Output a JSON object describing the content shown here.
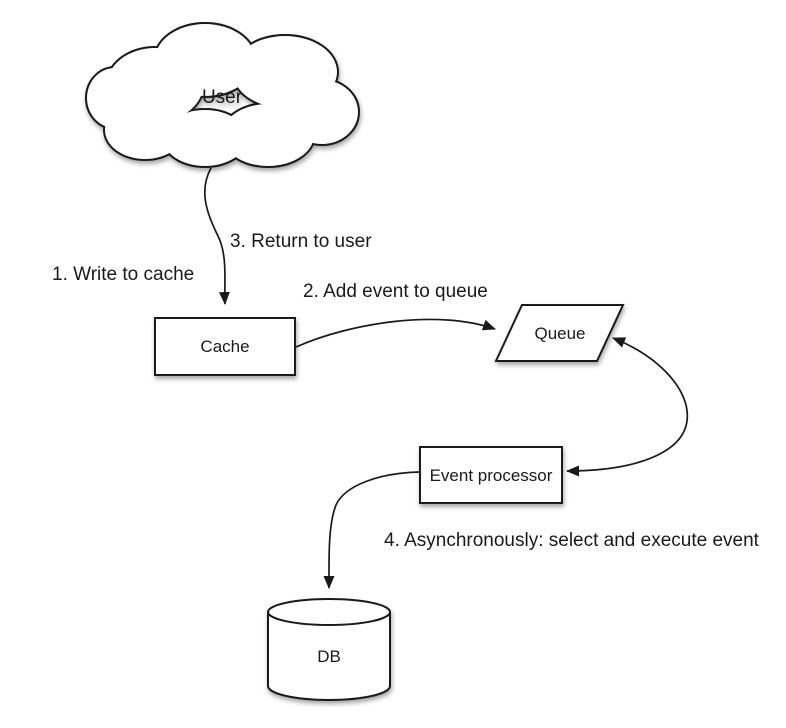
{
  "diagram": {
    "type": "flowchart",
    "background_color": "#ffffff",
    "stroke_color": "#1a1a1a",
    "text_color": "#1a1a1a",
    "fill_color": "#ffffff",
    "nodes": [
      {
        "id": "user",
        "label": "User",
        "shape": "cloud"
      },
      {
        "id": "cache",
        "label": "Cache",
        "shape": "rectangle"
      },
      {
        "id": "queue",
        "label": "Queue",
        "shape": "parallelogram"
      },
      {
        "id": "event-processor",
        "label": "Event processor",
        "shape": "rectangle"
      },
      {
        "id": "db",
        "label": "DB",
        "shape": "cylinder"
      }
    ],
    "edges": [
      {
        "from": "user",
        "to": "cache",
        "style": "curved-arrow"
      },
      {
        "from": "cache",
        "to": "queue",
        "style": "curved-arrow"
      },
      {
        "from": "queue",
        "to": "event-processor",
        "style": "curved-arrow-both-ends"
      },
      {
        "from": "event-processor",
        "to": "db",
        "style": "curved-arrow"
      }
    ],
    "annotations": [
      {
        "text": "1. Write to cache"
      },
      {
        "text": "2. Add event to queue"
      },
      {
        "text": "3. Return to user"
      },
      {
        "text": "4. Asynchronously: select and execute event"
      }
    ]
  }
}
